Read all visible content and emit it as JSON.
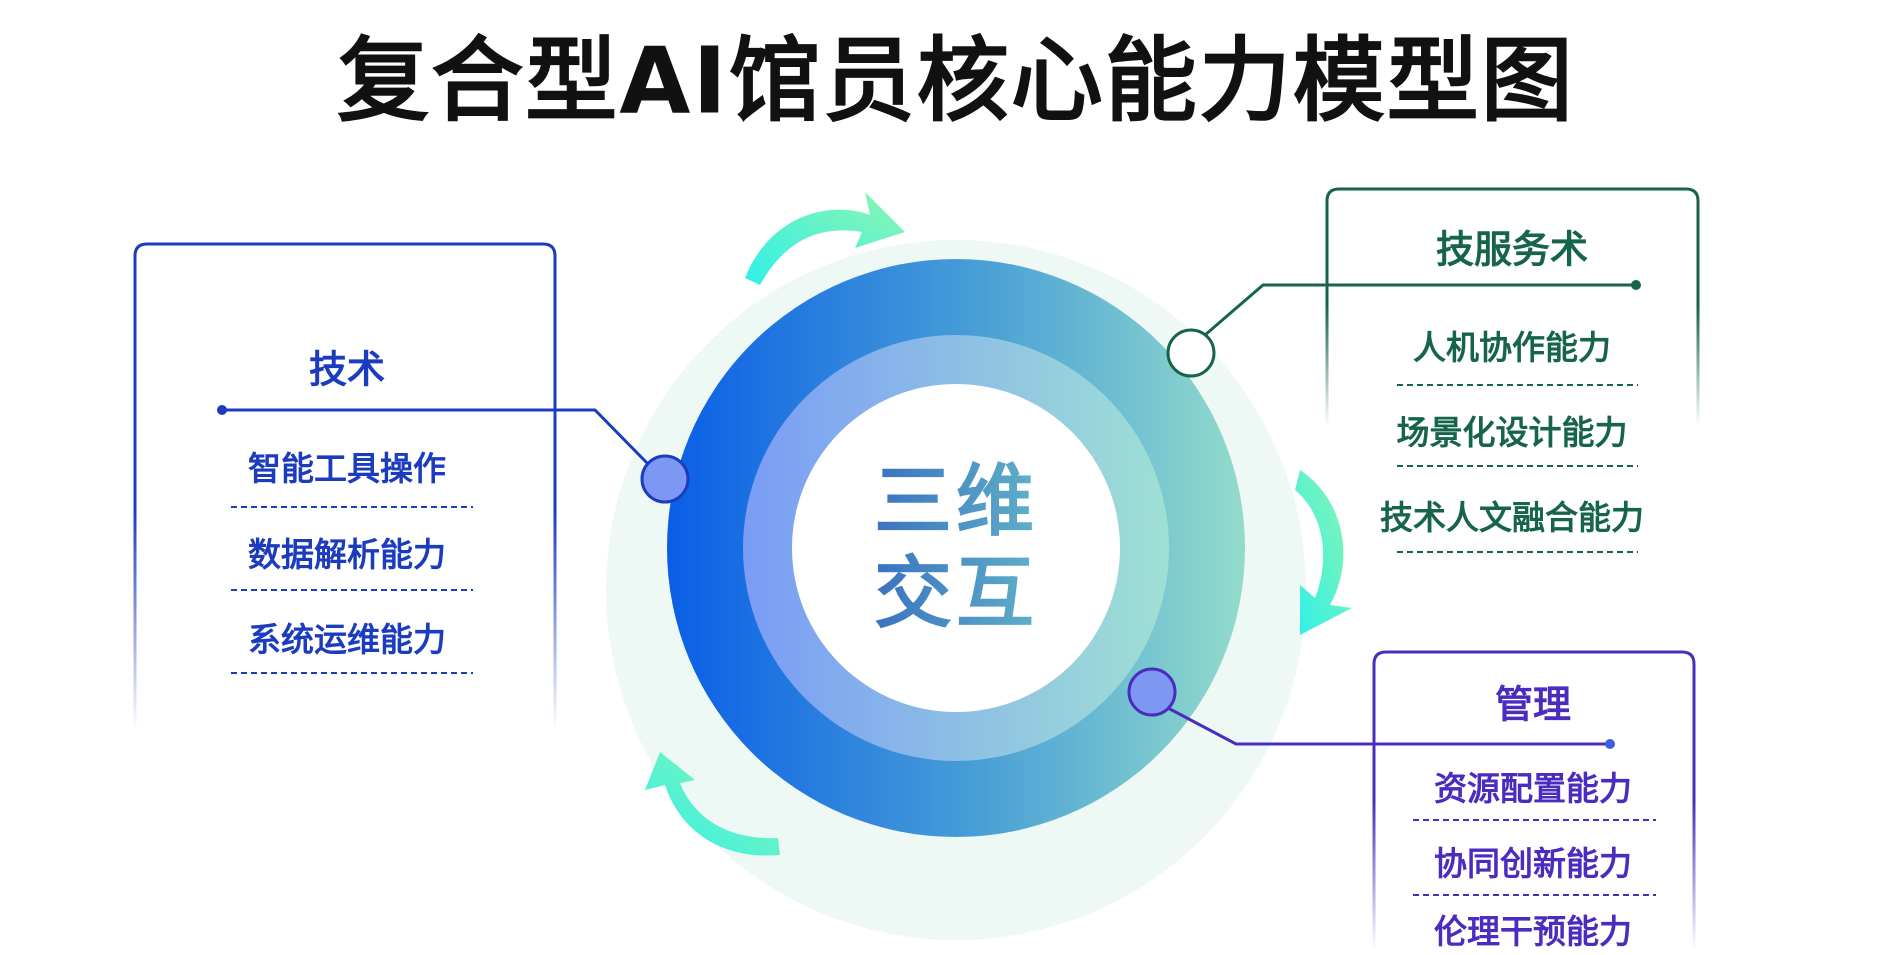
{
  "title": "复合型AI馆员核心能力模型图",
  "center": {
    "line1": "三维",
    "line2": "交互"
  },
  "panels": {
    "tech": {
      "title": "技术",
      "items": [
        "智能工具操作",
        "数据解析能力",
        "系统运维能力"
      ],
      "color": "#1c3cc0"
    },
    "service": {
      "title": "技服务术",
      "items": [
        "人机协作能力",
        "场景化设计能力",
        "技术人文融合能力"
      ],
      "color": "#16654a"
    },
    "management": {
      "title": "管理",
      "items": [
        "资源配置能力",
        "协同创新能力",
        "伦理干预能力"
      ],
      "color": "#4a2dbf"
    }
  }
}
